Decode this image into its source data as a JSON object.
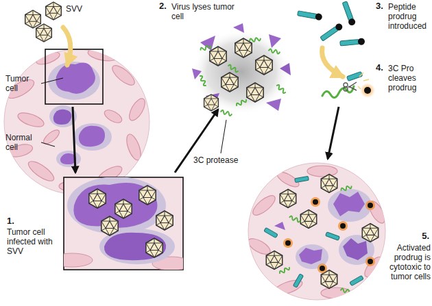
{
  "diagram": {
    "labels": [
      "SVV",
      "Tumor cell",
      "Normal cell",
      "1.",
      "Tumor cell infected with SVV",
      "2.",
      "Virus lyses tumor cell",
      "3C protease",
      "3.",
      "Peptide prodrug introduced",
      "4.",
      "3C Pro cleaves prodrug",
      "5.",
      "Activated prodrug is cytotoxic to tumor cells"
    ]
  }
}
